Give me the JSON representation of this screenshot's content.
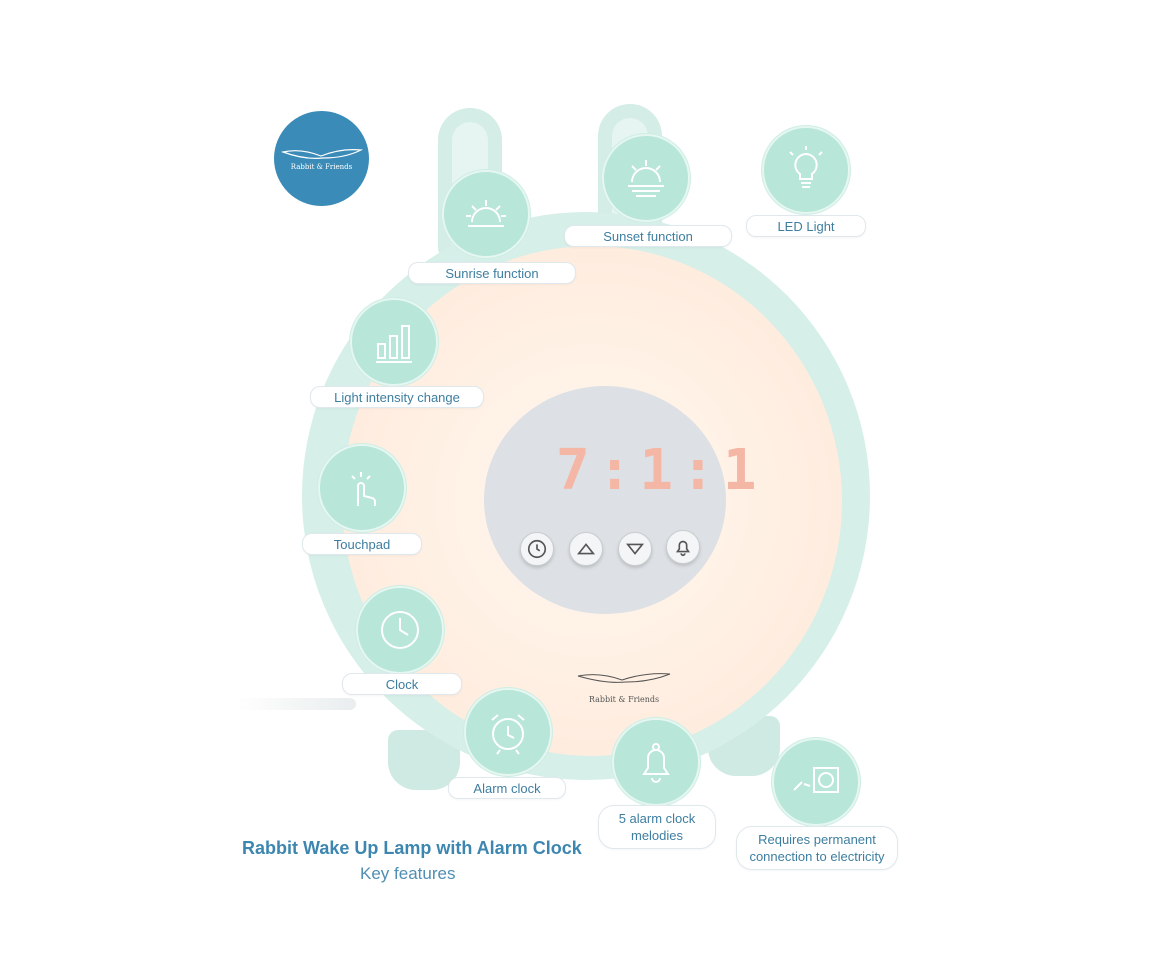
{
  "brand": {
    "logo_text": "Rabbit & Friends",
    "logo_color": "#3a8bb8"
  },
  "display": {
    "time_digits": "7:1:1"
  },
  "buttons": [
    {
      "icon": "clock-icon"
    },
    {
      "icon": "arrow-up-icon"
    },
    {
      "icon": "arrow-down-icon"
    },
    {
      "icon": "bell-icon"
    }
  ],
  "features": {
    "sunrise": "Sunrise function",
    "sunset": "Sunset function",
    "led": "LED Light",
    "light_intensity": "Light intensity change",
    "touchpad": "Touchpad",
    "clock": "Clock",
    "alarm_clock": "Alarm clock",
    "melodies": "5 alarm clock melodies",
    "electricity": "Requires permanent connection to electricity"
  },
  "heading": {
    "title": "Rabbit Wake Up Lamp with Alarm Clock",
    "subtitle": "Key features"
  },
  "colors": {
    "mint": "#b8e6d8",
    "text_blue": "#3d7ea0",
    "glow": "#fff1e6"
  }
}
